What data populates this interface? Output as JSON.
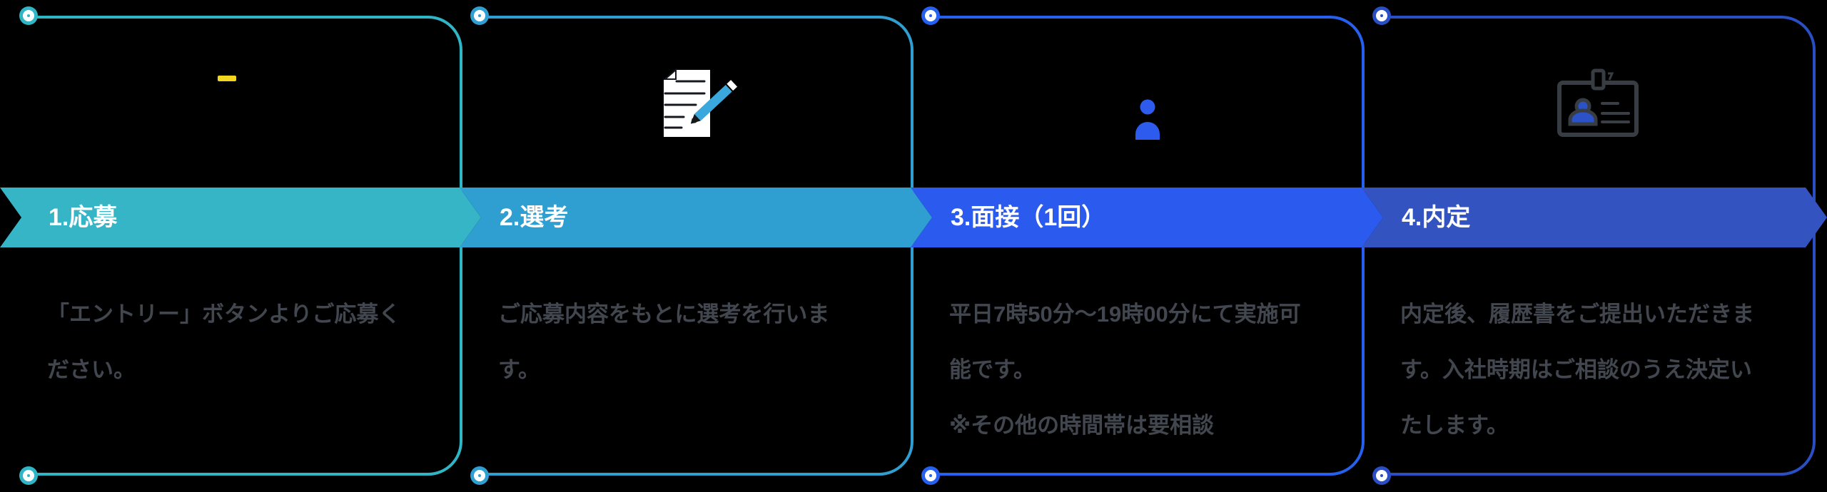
{
  "flow": {
    "steps": [
      {
        "banner_label": "1.応募",
        "accent": "#2eb6c6",
        "banner_color": "#35b5c5",
        "icon": "yellow-dash-icon",
        "desc_lines": [
          "「エントリー」ボタンよりご応募く",
          "ださい。"
        ]
      },
      {
        "banner_label": "2.選考",
        "accent": "#2f9fd1",
        "banner_color": "#2e9fd0",
        "icon": "document-pencil-icon",
        "desc_lines": [
          "ご応募内容をもとに選考を行いま",
          "す。"
        ]
      },
      {
        "banner_label": "3.面接（1回）",
        "accent": "#2560ef",
        "banner_color": "#2b5bee",
        "icon": "person-icon",
        "desc_lines": [
          "平日7時50分～19時00分にて実施可",
          "能です。",
          "※その他の時間帯は要相談"
        ]
      },
      {
        "banner_label": "4.内定",
        "accent": "#2a4ec4",
        "banner_color": "#3353c0",
        "icon": "id-badge-icon",
        "desc_lines": [
          "内定後、履歴書をご提出いただきま",
          "す。入社時期はご相談のうえ決定い",
          "たします。"
        ]
      }
    ],
    "colors": {
      "background": "#000000",
      "banner_text": "#ffffff",
      "description_text": "#42474f",
      "yellow_accent": "#f2d621",
      "pencil_blue": "#3aa8dc",
      "person_blue": "#2c5bee",
      "badge_person_blue": "#2b52c8",
      "badge_outline_gray": "#383c43"
    }
  }
}
